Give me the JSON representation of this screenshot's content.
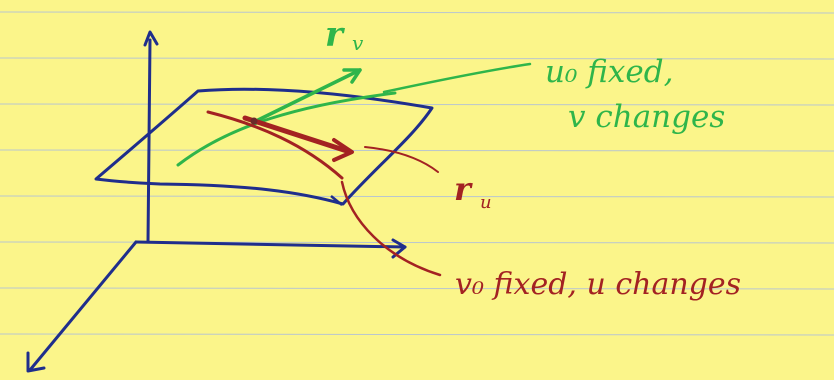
{
  "colors": {
    "paper": "#fbf58a",
    "rule_line": "#b9c6cf",
    "axis_blue": "#1f2e8c",
    "green": "#2fb54a",
    "red": "#a32222"
  },
  "labels": {
    "r_v": "r",
    "r_v_sub": "v",
    "r_u": "r",
    "r_u_sub": "u",
    "green_line1": "u₀ fixed,",
    "green_line2": "v changes",
    "red_text": "v₀ fixed, u changes"
  }
}
